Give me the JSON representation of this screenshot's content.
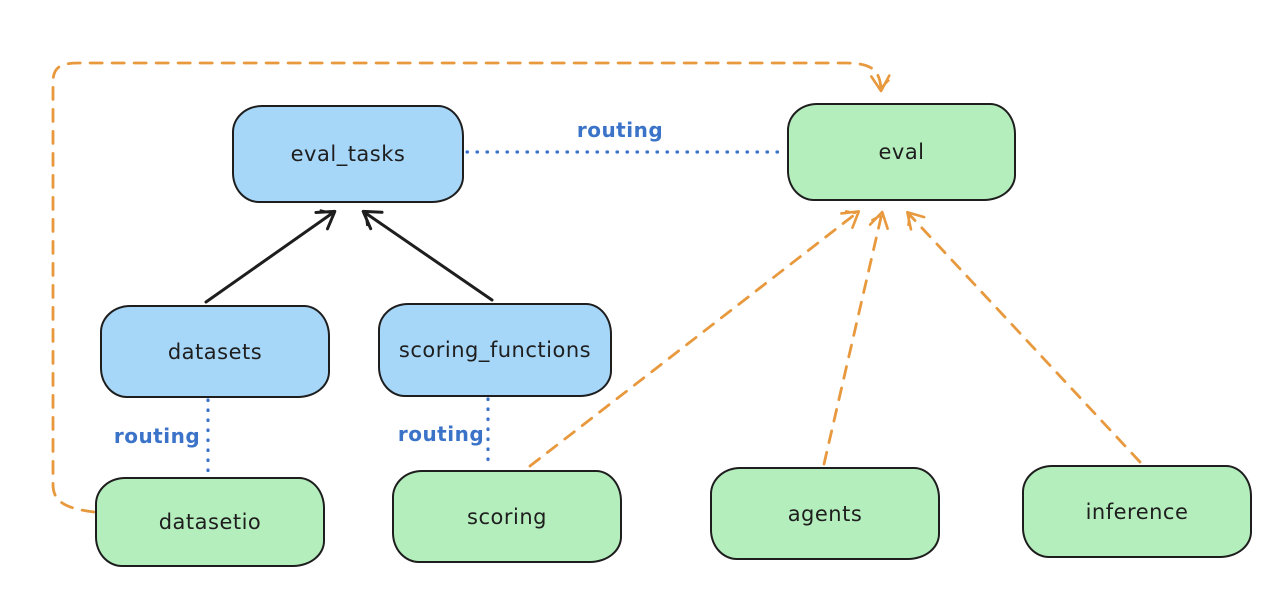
{
  "diagram": {
    "edge_label": "routing",
    "colors": {
      "blue_node_fill": "#a6d6f8",
      "green_node_fill": "#b5eebd",
      "node_stroke": "#1e1e1e",
      "routing_blue": "#3b73c9",
      "provider_orange": "#e8993e",
      "background": "#ffffff"
    },
    "nodes": {
      "eval_tasks": {
        "label": "eval_tasks",
        "fill": "#a6d6f8"
      },
      "eval": {
        "label": "eval",
        "fill": "#b5eebd"
      },
      "datasets": {
        "label": "datasets",
        "fill": "#a6d6f8"
      },
      "scoring_functions": {
        "label": "scoring_functions",
        "fill": "#a6d6f8"
      },
      "datasetio": {
        "label": "datasetio",
        "fill": "#b5eebd"
      },
      "scoring": {
        "label": "scoring",
        "fill": "#b5eebd"
      },
      "agents": {
        "label": "agents",
        "fill": "#b5eebd"
      },
      "inference": {
        "label": "inference",
        "fill": "#b5eebd"
      }
    },
    "edges": [
      {
        "from": "datasets",
        "to": "eval_tasks",
        "style": "solid",
        "color": "#1e1e1e",
        "arrow": true,
        "label": ""
      },
      {
        "from": "scoring_functions",
        "to": "eval_tasks",
        "style": "solid",
        "color": "#1e1e1e",
        "arrow": true,
        "label": ""
      },
      {
        "from": "eval_tasks",
        "to": "eval",
        "style": "dotted",
        "color": "#3b73c9",
        "arrow": false,
        "label": "routing"
      },
      {
        "from": "datasets",
        "to": "datasetio",
        "style": "dotted",
        "color": "#3b73c9",
        "arrow": false,
        "label": "routing"
      },
      {
        "from": "scoring_functions",
        "to": "scoring",
        "style": "dotted",
        "color": "#3b73c9",
        "arrow": false,
        "label": "routing"
      },
      {
        "from": "datasetio",
        "to": "eval",
        "style": "dashed",
        "color": "#e8993e",
        "arrow": true,
        "label": ""
      },
      {
        "from": "scoring",
        "to": "eval",
        "style": "dashed",
        "color": "#e8993e",
        "arrow": true,
        "label": ""
      },
      {
        "from": "agents",
        "to": "eval",
        "style": "dashed",
        "color": "#e8993e",
        "arrow": true,
        "label": ""
      },
      {
        "from": "inference",
        "to": "eval",
        "style": "dashed",
        "color": "#e8993e",
        "arrow": true,
        "label": ""
      }
    ]
  }
}
